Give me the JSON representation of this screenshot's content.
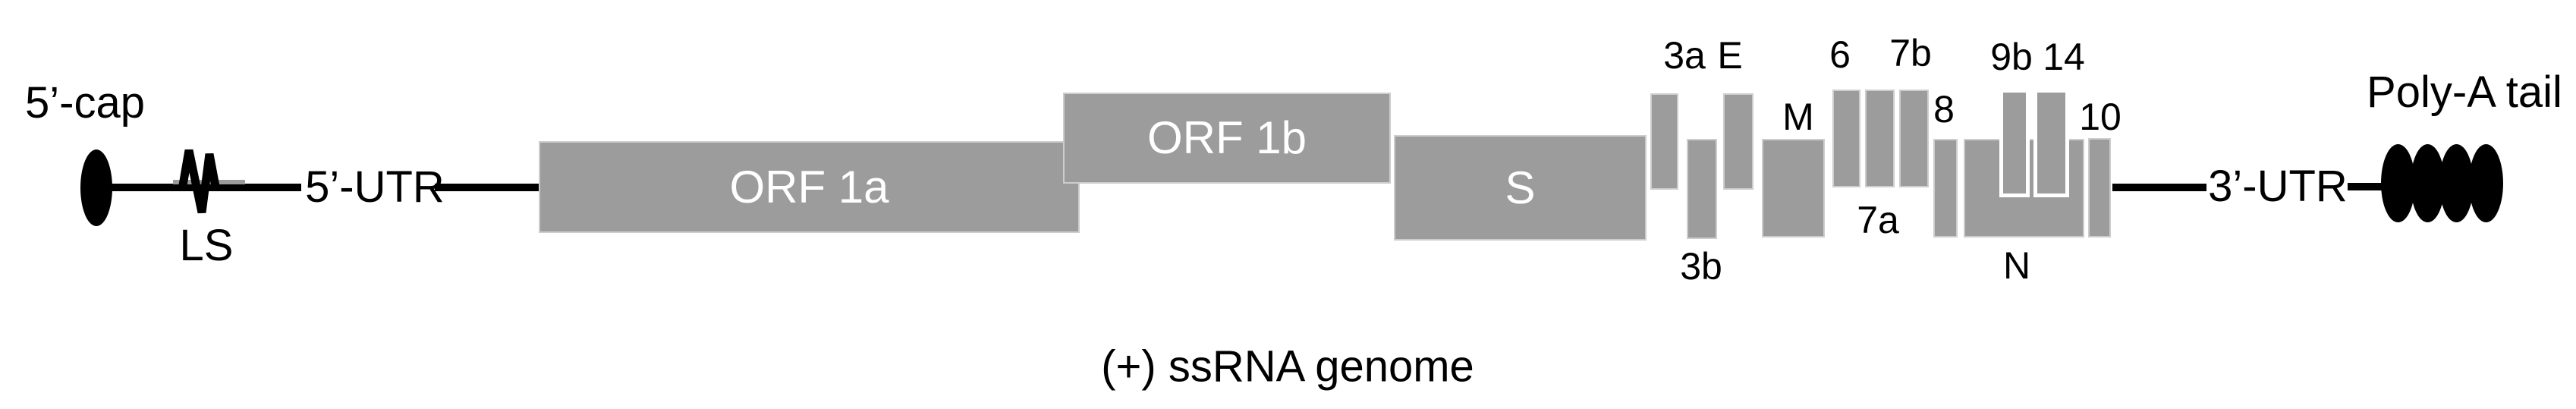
{
  "figure": {
    "caption": "(+) ssRNA genome",
    "five_prime": {
      "cap_label": "5’-cap",
      "leader_label": "LS",
      "utr_label": "5’-UTR"
    },
    "three_prime": {
      "utr_label": "3’-UTR",
      "polya_label": "Poly-A tail"
    },
    "orfs": {
      "orf1a": "ORF 1a",
      "orf1b": "ORF 1b",
      "s": "S",
      "g3a": "3a",
      "g3b": "3b",
      "e": "E",
      "m": "M",
      "g6": "6",
      "g7a": "7a",
      "g7b": "7b",
      "g8": "8",
      "g9b": "9b",
      "g14": "14",
      "g10": "10",
      "n": "N"
    },
    "colors": {
      "box_gray": "#9c9c9c",
      "box_border": "#cdcdcd",
      "line_black": "#000000",
      "box_text": "#ffffff",
      "background": "#ffffff"
    }
  }
}
